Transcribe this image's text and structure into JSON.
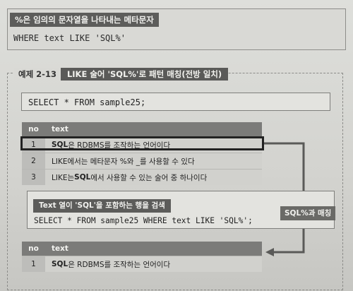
{
  "note": {
    "title": "%은 임의의 문자열을 나타내는 메타문자",
    "code": "WHERE text LIKE 'SQL%'"
  },
  "example": {
    "number": "예제 2-13",
    "title": "LIKE 술어 'SQL%'로 패턴 매칭(전방 일치)",
    "query": "SELECT * FROM sample25;",
    "table": {
      "headers": [
        "no",
        "text"
      ],
      "rows": [
        {
          "no": "1",
          "text_bold": "SQL",
          "text_rest": "은 RDBMS를 조작하는 언어이다"
        },
        {
          "no": "2",
          "text_plain": "LIKE에서는 메타문자 %와 _를 사용할 수 있다"
        },
        {
          "no": "3",
          "text_pre": "LIKE는 ",
          "text_bold": "SQL",
          "text_post": "에서 사용할 수 있는 술어 중 하나이다"
        }
      ]
    },
    "search": {
      "title": "Text 열이 'SQL'을 포함하는 행을 검색",
      "query": "SELECT * FROM sample25 WHERE text LIKE 'SQL%';"
    },
    "match_label": "SQL%과 매칭",
    "result": {
      "headers": [
        "no",
        "text"
      ],
      "rows": [
        {
          "no": "1",
          "text_bold": "SQL",
          "text_rest": "은 RDBMS를 조작하는 언어이다"
        }
      ]
    }
  }
}
